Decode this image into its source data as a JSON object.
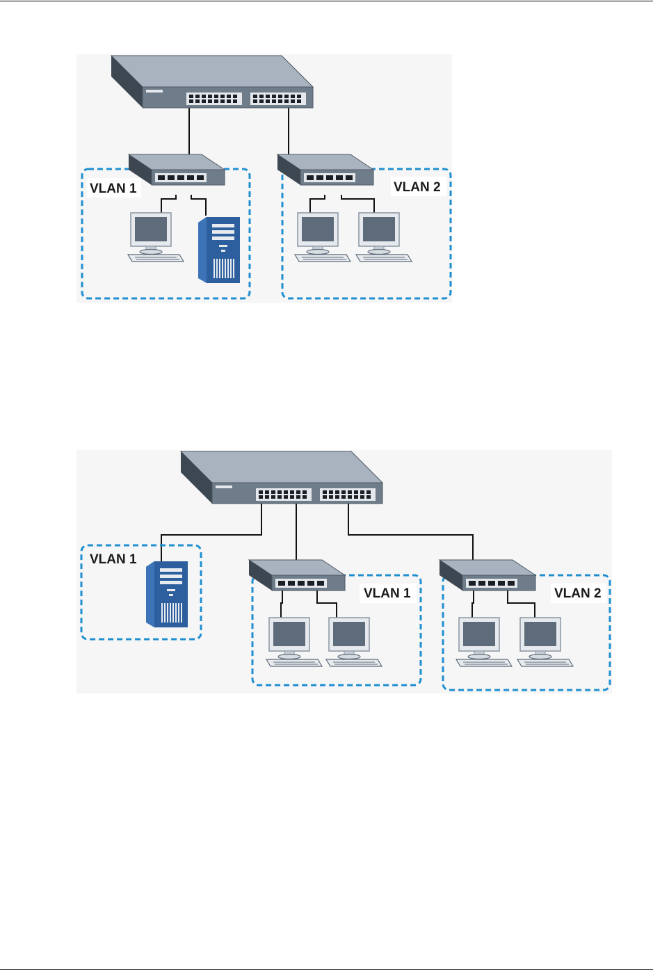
{
  "figure1": {
    "groups": [
      {
        "label": "VLAN 1"
      },
      {
        "label": "VLAN 2"
      }
    ]
  },
  "figure2": {
    "groups": [
      {
        "label": "VLAN 1"
      },
      {
        "label": "VLAN 1"
      },
      {
        "label": "VLAN 2"
      }
    ]
  },
  "colors": {
    "vlan_border": "#1f8fd0",
    "switch_top": "#a9b3bf",
    "switch_front": "#6f7d8b",
    "switch_side": "#3d4752",
    "server_blue": "#2d5f9e",
    "link": "#111111"
  },
  "icons": [
    "core-switch-icon",
    "edge-switch-icon",
    "workstation-icon",
    "server-tower-icon"
  ]
}
